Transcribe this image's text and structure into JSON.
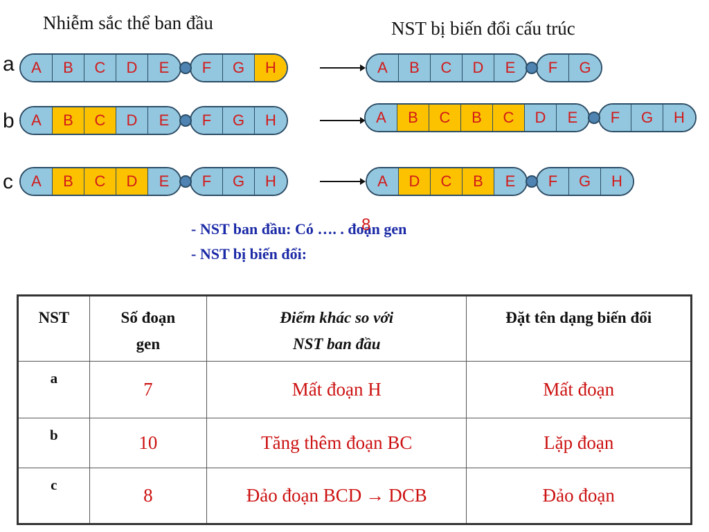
{
  "headings": {
    "left": "Nhiễm sắc thể ban đầu",
    "right": "NST bị biến đổi cấu trúc"
  },
  "colors": {
    "segment_normal": "#93c7df",
    "segment_highlight": "#fcc200",
    "segment_text": "#d11a1a",
    "centromere": "#4f84b2",
    "note_text": "#1b2aa6",
    "table_value_text": "#cc1111"
  },
  "rows": [
    {
      "label": "a",
      "original": {
        "left": [
          {
            "t": "A",
            "c": "blue"
          },
          {
            "t": "B",
            "c": "blue"
          },
          {
            "t": "C",
            "c": "blue"
          },
          {
            "t": "D",
            "c": "blue"
          },
          {
            "t": "E",
            "c": "blue"
          }
        ],
        "right": [
          {
            "t": "F",
            "c": "blue"
          },
          {
            "t": "G",
            "c": "blue"
          },
          {
            "t": "H",
            "c": "orange"
          }
        ]
      },
      "modified": {
        "left": [
          {
            "t": "A",
            "c": "blue"
          },
          {
            "t": "B",
            "c": "blue"
          },
          {
            "t": "C",
            "c": "blue"
          },
          {
            "t": "D",
            "c": "blue"
          },
          {
            "t": "E",
            "c": "blue"
          }
        ],
        "right": [
          {
            "t": "F",
            "c": "blue"
          },
          {
            "t": "G",
            "c": "blue"
          }
        ]
      }
    },
    {
      "label": "b",
      "original": {
        "left": [
          {
            "t": "A",
            "c": "blue"
          },
          {
            "t": "B",
            "c": "orange"
          },
          {
            "t": "C",
            "c": "orange"
          },
          {
            "t": "D",
            "c": "blue"
          },
          {
            "t": "E",
            "c": "blue"
          }
        ],
        "right": [
          {
            "t": "F",
            "c": "blue"
          },
          {
            "t": "G",
            "c": "blue"
          },
          {
            "t": "H",
            "c": "blue"
          }
        ]
      },
      "modified": {
        "left": [
          {
            "t": "A",
            "c": "blue"
          },
          {
            "t": "B",
            "c": "orange"
          },
          {
            "t": "C",
            "c": "orange"
          },
          {
            "t": "B",
            "c": "orange"
          },
          {
            "t": "C",
            "c": "orange"
          },
          {
            "t": "D",
            "c": "blue"
          },
          {
            "t": "E",
            "c": "blue"
          }
        ],
        "right": [
          {
            "t": "F",
            "c": "blue"
          },
          {
            "t": "G",
            "c": "blue"
          },
          {
            "t": "H",
            "c": "blue"
          }
        ]
      }
    },
    {
      "label": "c",
      "original": {
        "left": [
          {
            "t": "A",
            "c": "blue"
          },
          {
            "t": "B",
            "c": "orange"
          },
          {
            "t": "C",
            "c": "orange"
          },
          {
            "t": "D",
            "c": "orange"
          },
          {
            "t": "E",
            "c": "blue"
          }
        ],
        "right": [
          {
            "t": "F",
            "c": "blue"
          },
          {
            "t": "G",
            "c": "blue"
          },
          {
            "t": "H",
            "c": "blue"
          }
        ]
      },
      "modified": {
        "left": [
          {
            "t": "A",
            "c": "blue"
          },
          {
            "t": "D",
            "c": "orange"
          },
          {
            "t": "C",
            "c": "orange"
          },
          {
            "t": "B",
            "c": "orange"
          },
          {
            "t": "E",
            "c": "blue"
          }
        ],
        "right": [
          {
            "t": "F",
            "c": "blue"
          },
          {
            "t": "G",
            "c": "blue"
          },
          {
            "t": "H",
            "c": "blue"
          }
        ]
      }
    }
  ],
  "notes": {
    "line1": "- NST ban đầu:  Có …. . đoạn gen",
    "handwritten_value": "8",
    "line2": "- NST bị biến đổi:"
  },
  "table": {
    "headers": {
      "nst": "NST",
      "gene_count_line1": "Số đoạn",
      "gene_count_line2": "gen",
      "difference_line1": "Điểm khác so với",
      "difference_line2": "NST ban đầu",
      "mutation_type": "Đặt tên dạng biến đổi"
    },
    "rows": [
      {
        "nst": "a",
        "count": "7",
        "difference": "Mất đoạn H",
        "type": "Mất đoạn"
      },
      {
        "nst": "b",
        "count": "10",
        "difference": "Tăng thêm đoạn BC",
        "type": "Lặp đoạn"
      },
      {
        "nst": "c",
        "count": "8",
        "difference_before": "Đảo đoạn BCD",
        "difference_arrow": "→",
        "difference_after": "DCB",
        "type": "Đảo đoạn"
      }
    ]
  }
}
